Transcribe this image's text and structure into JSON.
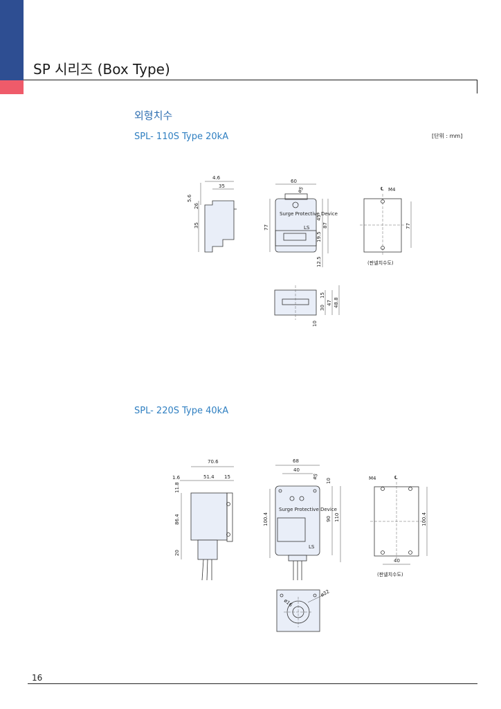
{
  "header": {
    "title": "SP 시리즈 (Box Type)"
  },
  "section": {
    "title": "외형치수",
    "unit": "[단위 : mm]"
  },
  "models": [
    {
      "title": "SPL- 110S Type 20kA"
    },
    {
      "title": "SPL- 220S Type 40kA"
    }
  ],
  "dims110": {
    "side_top": "4.6",
    "side_width": "35",
    "side_a": "5.6",
    "side_b": "26",
    "side_c": "35",
    "front_width": "60",
    "front_hole": "ø5",
    "front_height": "77",
    "front_45": "45",
    "front_87": "87",
    "front_195": "19.5",
    "front_125": "12.5",
    "panel_label": "M4",
    "panel_height": "77",
    "panel_caption": "(판넬치수도)",
    "bottom_15": "15",
    "bottom_30": "30",
    "bottom_47": "47",
    "bottom_488": "48.8",
    "bottom_10": "10"
  },
  "dims220": {
    "side_width": "70.6",
    "side_16": "1.6",
    "side_514": "51.4",
    "side_15": "15",
    "side_118": "11.8",
    "side_864": "86.4",
    "side_20": "20",
    "front_width": "68",
    "front_inner": "40",
    "front_hole": "ø5",
    "front_10": "10",
    "front_1004": "100.4",
    "front_90": "90",
    "front_110": "110",
    "panel_label": "M4",
    "panel_height": "100.4",
    "panel_width": "40",
    "panel_caption": "(판넬치수도)",
    "bottom_16": "ø16",
    "bottom_32": "ø32"
  },
  "labels": {
    "device_text": "Surge Protective Device",
    "ls": "LS",
    "cl": "℄"
  },
  "footer": {
    "page": "16"
  }
}
